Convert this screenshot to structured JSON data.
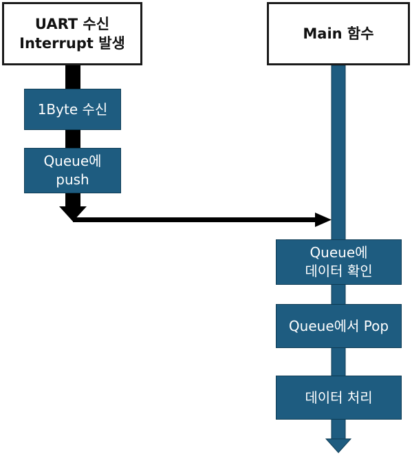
{
  "colors": {
    "step_fill": "#1e5c80",
    "main_arrow": "#1e5c80",
    "interrupt_arrow": "#000000",
    "header_border": "#1a1a1a"
  },
  "interrupt": {
    "title_lines": [
      "UART 수신",
      "Interrupt 발생"
    ],
    "steps": [
      {
        "lines": [
          "1Byte 수신"
        ]
      },
      {
        "lines": [
          "Queue에",
          "push"
        ]
      }
    ]
  },
  "main": {
    "title_lines": [
      "Main 함수"
    ],
    "steps": [
      {
        "lines": [
          "Queue에",
          "데이터 확인"
        ]
      },
      {
        "lines": [
          "Queue에서 Pop"
        ]
      },
      {
        "lines": [
          "데이터 처리"
        ]
      }
    ]
  }
}
